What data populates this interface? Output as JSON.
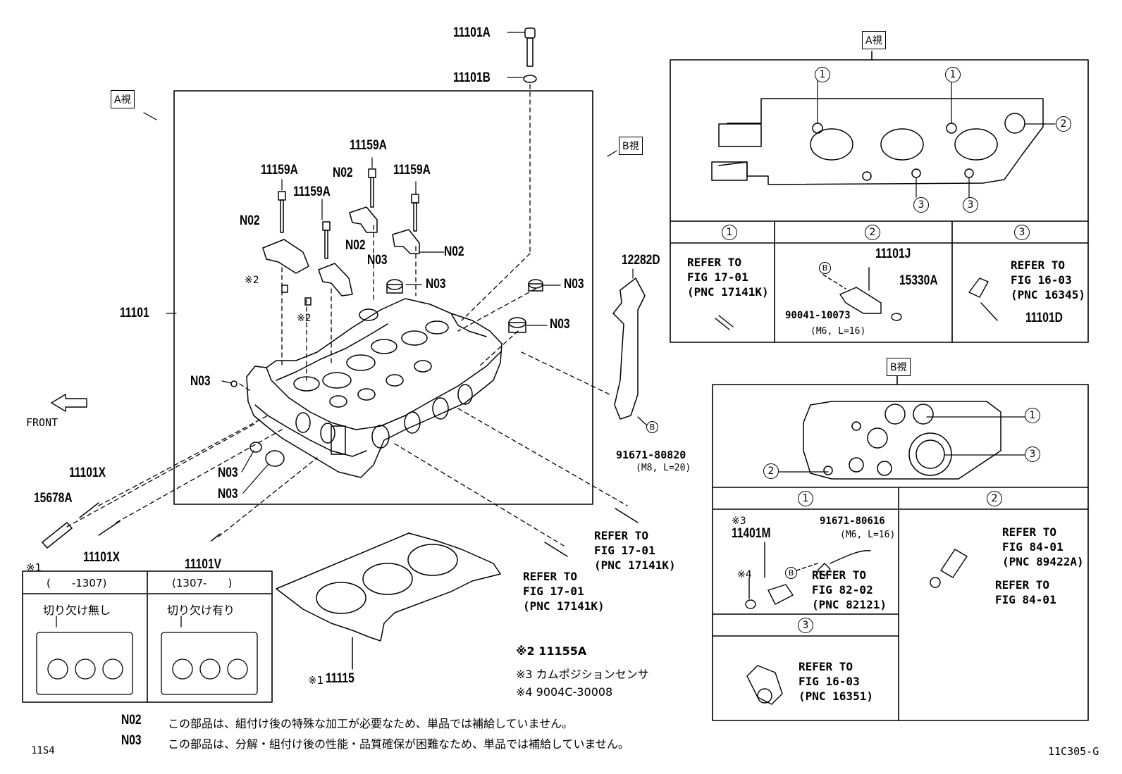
{
  "labels": {
    "p11101A": "11101A",
    "p11101B": "11101B",
    "p11159A_1": "11159A",
    "p11159A_2": "11159A",
    "p11159A_3": "11159A",
    "p11159A_4": "11159A",
    "n02_1": "N02",
    "n02_2": "N02",
    "n02_3": "N02",
    "n02_4": "N02",
    "n03_1": "N03",
    "n03_2": "N03",
    "n03_3": "N03",
    "n03_4": "N03",
    "n03_5": "N03",
    "n03_6": "N03",
    "n03_7": "N03",
    "p11101": "11101",
    "p12282D": "12282D",
    "p15678A": "15678A",
    "p11101X_1": "11101X",
    "p11101X_2": "11101X",
    "p11101V": "11101V",
    "p11115": "11115",
    "p11101J": "11101J",
    "p15330A": "15330A",
    "p11101D": "11101D",
    "p11401M": "11401M",
    "front": "FRONT",
    "view_a": "A視",
    "view_a2": "A視",
    "view_b": "B視",
    "view_b2": "B視",
    "mark2a": "※2",
    "mark2b": "※2",
    "mark1": "※1",
    "mark1b": "※1",
    "mark3": "※3",
    "mark4": "※4",
    "bolt_91671_80820": "91671-80820",
    "bolt_91671_80820_spec": "(M8, L=20)",
    "bolt_90041": "90041-10073",
    "bolt_90041_spec": "(M6, L=16)",
    "bolt_91671_80616": "91671-80616",
    "bolt_91671_80616_spec": "(M6, L=16)",
    "circle_b": "B",
    "c1": "1",
    "c2": "2",
    "c3": "3"
  },
  "refs": {
    "ref_a1": "REFER TO\nFIG 17-01\n(PNC 17141K)",
    "ref_a3": "REFER TO\nFIG 16-03\n(PNC 16345)",
    "ref_main1": "REFER TO\nFIG 17-01\n(PNC 17141K)",
    "ref_main2": "REFER TO\nFIG 17-01\n(PNC 17141K)",
    "ref_b1": "REFER TO\nFIG 82-02\n(PNC 82121)",
    "ref_b2a": "REFER TO\nFIG 84-01\n(PNC 89422A)",
    "ref_b2b": "REFER TO\nFIG 84-01",
    "ref_b3": "REFER TO\nFIG 16-03\n(PNC 16351)"
  },
  "gasket_table": {
    "col1_head": "(　　-1307)",
    "col2_head": "(1307-　　)",
    "col1_text": "切り欠け無し",
    "col2_text": "切り欠け有り"
  },
  "notes": {
    "n2": "※2 11155A",
    "n3": "※3 カムポジションセンサ",
    "n4": "※4 9004C-30008",
    "n02_code": "N02",
    "n02_text": "この部品は、組付け後の特殊な加工が必要なため、単品では補給していません。",
    "n03_code": "N03",
    "n03_text": "この部品は、分解・組付け後の性能・品質確保が困難なため、単品では補給していません。"
  },
  "footer": {
    "left_code": "11S4",
    "right_code": "11C305-G"
  }
}
